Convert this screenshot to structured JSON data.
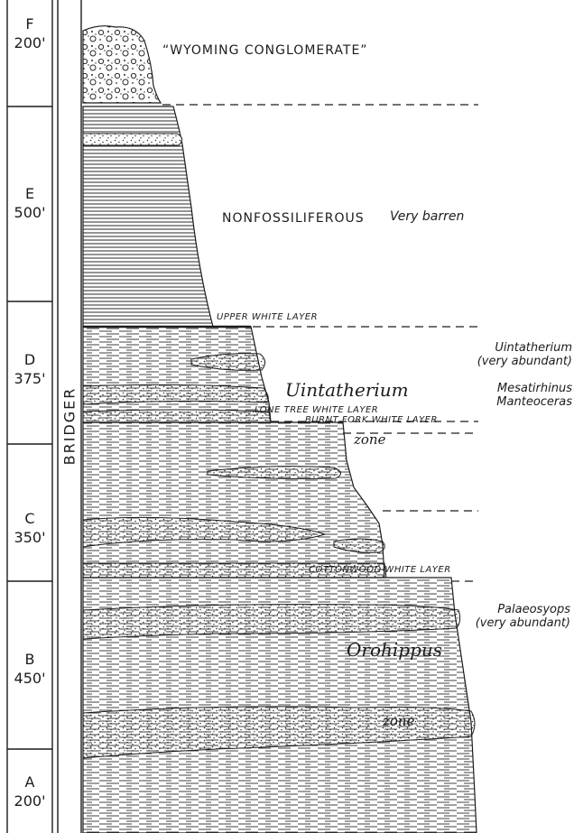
{
  "column": {
    "formation": "BRIDGER",
    "units": [
      {
        "letter": "F",
        "thickness": "200'"
      },
      {
        "letter": "E",
        "thickness": "500'"
      },
      {
        "letter": "D",
        "thickness": "375'"
      },
      {
        "letter": "C",
        "thickness": "350'"
      },
      {
        "letter": "B",
        "thickness": "450'"
      },
      {
        "letter": "A",
        "thickness": "200'"
      }
    ]
  },
  "labels": {
    "conglomerate": "“WYOMING CONGLOMERATE”",
    "nonfossiliferous": "NONFOSSILIFEROUS",
    "very_barren": "Very barren",
    "upper_white_layer": "UPPER WHITE LAYER",
    "lone_tree_white_layer": "LONE TREE WHITE LAYER",
    "burnt_fork_white_layer": "BURNT FORK WHITE LAYER",
    "cottonwood_white_layer": "COTTONWOOD WHITE LAYER"
  },
  "fauna": {
    "uintatherium_line1": "Uintatherium",
    "uintatherium_line2": "(very abundant)",
    "mesatirhinus": "Mesatirhinus",
    "manteoceras": "Manteoceras",
    "palaeosyops_line1": "Palaeosyops",
    "palaeosyops_line2": "(very abundant)"
  },
  "zones": {
    "upper_name": "Uintatherium",
    "upper_word": "zone",
    "lower_name": "Orohippus",
    "lower_word": "zone"
  }
}
